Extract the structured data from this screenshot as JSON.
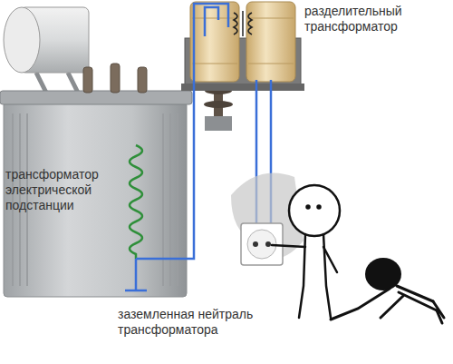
{
  "diagram": {
    "labels": [
      "разделительный трансформатор",
      "трансформатор электрической подстанции",
      "заземленная нейтраль трансформатора"
    ]
  }
}
